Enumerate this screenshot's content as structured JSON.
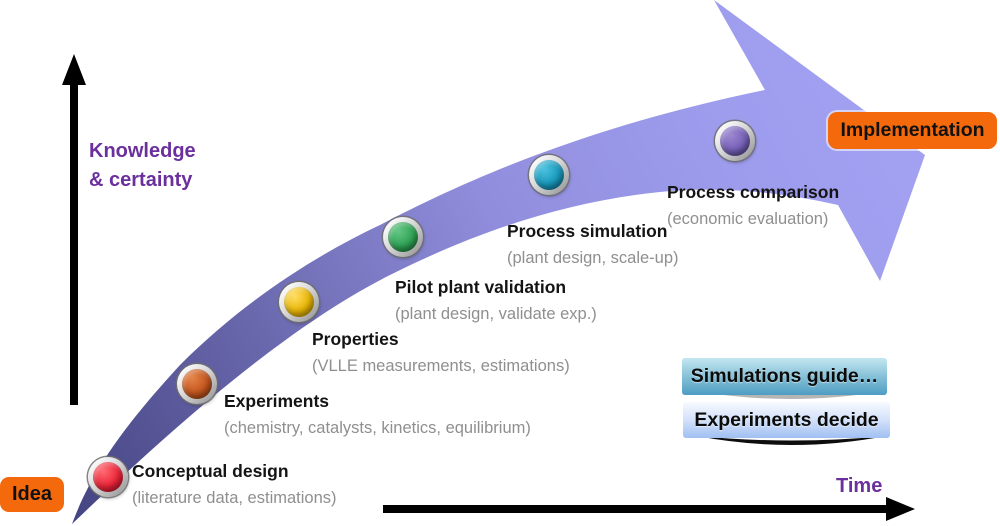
{
  "diagram_title_implicit": "Process development over time",
  "axes": {
    "y_label_line1": "Knowledge",
    "y_label_line2": "& certainty",
    "x_label": "Time",
    "label_color": "#6B2F9E",
    "axis_color": "#000000"
  },
  "endpoint_badges": {
    "idea": {
      "label": "Idea",
      "color": "#F4690C"
    },
    "implementation": {
      "label": "Implementation",
      "color": "#F4690C"
    }
  },
  "main_arrow": {
    "description": "curved swoosh arrow from bottom-left idea to top-right implementation",
    "gradient_start_color": "#454482",
    "gradient_end_color": "#A3A1F2"
  },
  "stages": [
    {
      "title": "Conceptual design",
      "subtitle": "(literature data, estimations)",
      "dot_color": "#EA2438"
    },
    {
      "title": "Experiments",
      "subtitle": "(chemistry, catalysts, kinetics, equilibrium)",
      "dot_color": "#C2551E"
    },
    {
      "title": "Properties",
      "subtitle": "(VLLE measurements, estimations)",
      "dot_color": "#E7B504"
    },
    {
      "title": "Pilot plant validation",
      "subtitle": "(plant design, validate exp.)",
      "dot_color": "#2FA254"
    },
    {
      "title": "Process simulation",
      "subtitle": "(plant design, scale-up)",
      "dot_color": "#1898BC"
    },
    {
      "title": "Process comparison",
      "subtitle": "(economic evaluation)",
      "dot_color": "#7560B6"
    }
  ],
  "callouts": [
    {
      "label": "Simulations guide…",
      "top_color": "#C4E6F1",
      "bottom_color": "#4E9CC2"
    },
    {
      "label": "Experiments decide",
      "top_color": "#F7FAFF",
      "bottom_color": "#A0BFF2"
    }
  ]
}
